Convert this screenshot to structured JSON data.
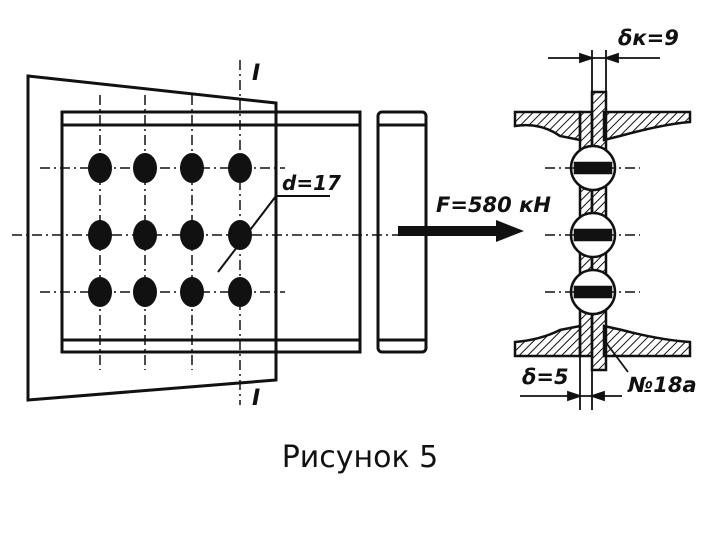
{
  "figure": {
    "section_top": "I",
    "section_bottom": "I",
    "hole_label": "d=17",
    "force_label": "F=580 кН",
    "gusset_thickness_label": "δк=9",
    "web_thickness_label": "δ=5",
    "channel_label": "№18а",
    "caption": "Рисунок 5"
  },
  "colors": {
    "ink": "#111111",
    "paper": "#ffffff"
  }
}
